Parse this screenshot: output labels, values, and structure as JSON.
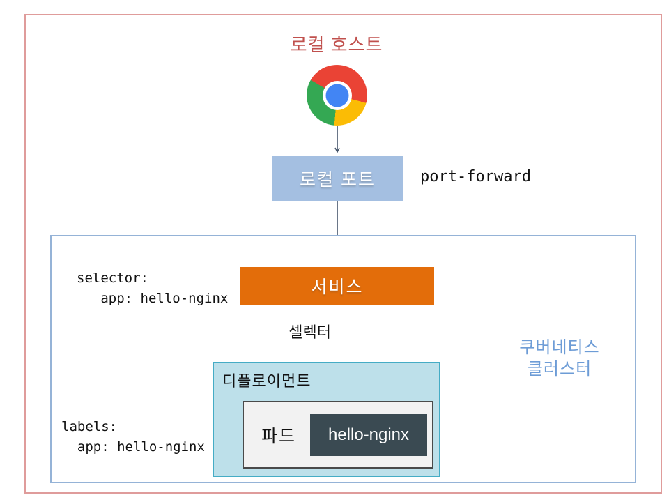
{
  "title": "로컬 호스트",
  "browser": {
    "icon": "chrome-icon"
  },
  "local_port": {
    "label": "로컬 포트"
  },
  "port_forward": {
    "label": "port-forward"
  },
  "cluster": {
    "label": "쿠버네티스\n클러스터"
  },
  "service": {
    "label": "서비스",
    "selector_annotation": "selector:\n   app: hello-nginx",
    "arrow_label": "셀렉터"
  },
  "deployment": {
    "label": "디플로이먼트",
    "labels_annotation": "labels:\n  app: hello-nginx"
  },
  "pod": {
    "label": "파드",
    "container": "hello-nginx"
  },
  "colors": {
    "frame_border": "#DF9C9B",
    "title_text": "#C0504D",
    "local_port_fill": "#A4BFE1",
    "arrow": "#44546A",
    "cluster_border": "#95B3D7",
    "cluster_text": "#6D9CD6",
    "service_fill": "#E36D0A",
    "deployment_fill": "#BDE0EA",
    "deployment_border": "#45ACC5",
    "pod_fill": "#F2F2F2",
    "pod_border": "#4A4A4A",
    "container_fill": "#3A4A52",
    "chrome_red": "#EA4335",
    "chrome_yellow": "#FBBC05",
    "chrome_green": "#34A853",
    "chrome_blue": "#4285F4"
  }
}
